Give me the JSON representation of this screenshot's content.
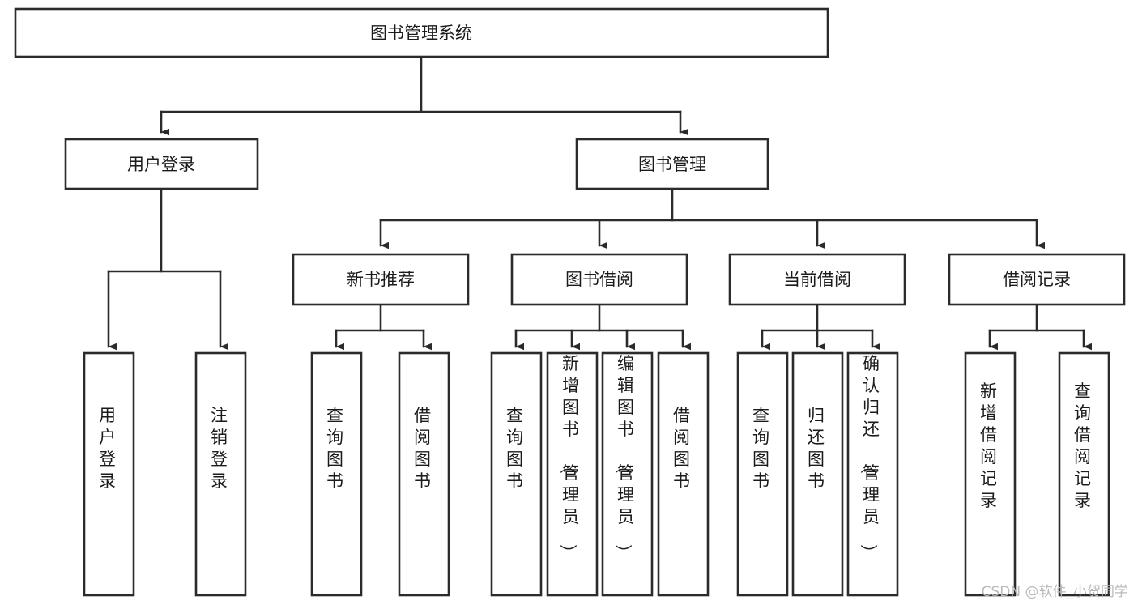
{
  "diagram": {
    "title": "图书管理系统",
    "type": "tree",
    "orientation": "top-down",
    "background_color": "#ffffff",
    "line_color": "#2b2b2b",
    "text_color": "#1b1b1b",
    "nodes": {
      "root": {
        "id": "root",
        "label": "图书管理系统",
        "level": 0,
        "text_orientation": "horizontal"
      },
      "l1": [
        {
          "id": "user-login",
          "label": "用户登录",
          "level": 1,
          "text_orientation": "horizontal"
        },
        {
          "id": "book-manage",
          "label": "图书管理",
          "level": 1,
          "text_orientation": "horizontal"
        }
      ],
      "l2": [
        {
          "id": "new-book-rec",
          "label": "新书推荐",
          "level": 2,
          "parent": "book-manage",
          "text_orientation": "horizontal"
        },
        {
          "id": "book-borrow",
          "label": "图书借阅",
          "level": 2,
          "parent": "book-manage",
          "text_orientation": "horizontal"
        },
        {
          "id": "current-borrow",
          "label": "当前借阅",
          "level": 2,
          "parent": "book-manage",
          "text_orientation": "horizontal"
        },
        {
          "id": "borrow-record",
          "label": "借阅记录",
          "level": 2,
          "parent": "book-manage",
          "text_orientation": "horizontal"
        }
      ],
      "leaves": [
        {
          "id": "leaf-user-login",
          "label": "用户登录",
          "parent": "user-login",
          "text_orientation": "vertical"
        },
        {
          "id": "leaf-user-logout",
          "label": "注销登录",
          "parent": "user-login",
          "text_orientation": "vertical"
        },
        {
          "id": "leaf-query-book-1",
          "label": "查询图书",
          "parent": "new-book-rec",
          "text_orientation": "vertical"
        },
        {
          "id": "leaf-borrow-book-1",
          "label": "借阅图书",
          "parent": "new-book-rec",
          "text_orientation": "vertical"
        },
        {
          "id": "leaf-query-book-2",
          "label": "查询图书",
          "parent": "book-borrow",
          "text_orientation": "vertical"
        },
        {
          "id": "leaf-add-book",
          "label": "新增图书（管理员）",
          "parent": "book-borrow",
          "text_orientation": "vertical"
        },
        {
          "id": "leaf-edit-book",
          "label": "编辑图书（管理员）",
          "parent": "book-borrow",
          "text_orientation": "vertical"
        },
        {
          "id": "leaf-borrow-book-2",
          "label": "借阅图书",
          "parent": "book-borrow",
          "text_orientation": "vertical"
        },
        {
          "id": "leaf-query-book-3",
          "label": "查询图书",
          "parent": "current-borrow",
          "text_orientation": "vertical"
        },
        {
          "id": "leaf-return-book",
          "label": "归还图书",
          "parent": "current-borrow",
          "text_orientation": "vertical"
        },
        {
          "id": "leaf-confirm-return",
          "label": "确认归还（管理员）",
          "parent": "current-borrow",
          "text_orientation": "vertical"
        },
        {
          "id": "leaf-add-record",
          "label": "新增借阅记录",
          "parent": "borrow-record",
          "text_orientation": "vertical"
        },
        {
          "id": "leaf-query-record",
          "label": "查询借阅记录",
          "parent": "borrow-record",
          "text_orientation": "vertical"
        }
      ]
    }
  },
  "watermark": {
    "text": "CSDN @软件_小贺同学"
  }
}
